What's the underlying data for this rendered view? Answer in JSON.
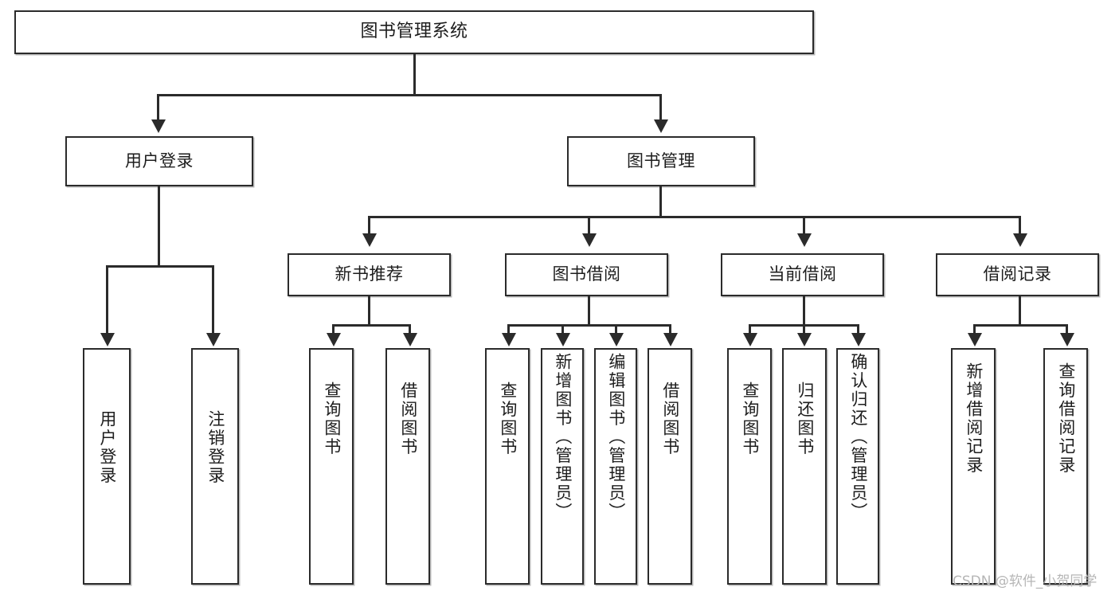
{
  "diagram": {
    "title": "图书管理系统",
    "type": "功能结构图",
    "root": {
      "label": "图书管理系统"
    },
    "level2": [
      {
        "id": "user-login",
        "label": "用户登录"
      },
      {
        "id": "book-management",
        "label": "图书管理"
      }
    ],
    "level3": [
      {
        "id": "new-book-recommend",
        "label": "新书推荐",
        "parent": "book-management"
      },
      {
        "id": "book-borrow",
        "label": "图书借阅",
        "parent": "book-management"
      },
      {
        "id": "current-borrow",
        "label": "当前借阅",
        "parent": "book-management"
      },
      {
        "id": "borrow-record",
        "label": "借阅记录",
        "parent": "book-management"
      }
    ],
    "leaves": {
      "user_login": [
        {
          "id": "leaf-user-login",
          "label": "用户登录"
        },
        {
          "id": "leaf-user-logout",
          "label": "注销登录"
        }
      ],
      "new_book_recommend": [
        {
          "id": "leaf-query-book-1",
          "label": "查询图书"
        },
        {
          "id": "leaf-borrow-book-1",
          "label": "借阅图书"
        }
      ],
      "book_borrow": [
        {
          "id": "leaf-query-book-2",
          "label": "查询图书"
        },
        {
          "id": "leaf-add-book",
          "label": "新增图书（管理员）"
        },
        {
          "id": "leaf-edit-book",
          "label": "编辑图书（管理员）"
        },
        {
          "id": "leaf-borrow-book-2",
          "label": "借阅图书"
        }
      ],
      "current_borrow": [
        {
          "id": "leaf-query-book-3",
          "label": "查询图书"
        },
        {
          "id": "leaf-return-book",
          "label": "归还图书"
        },
        {
          "id": "leaf-confirm-return",
          "label": "确认归还（管理员）"
        }
      ],
      "borrow_record": [
        {
          "id": "leaf-add-record",
          "label": "新增借阅记录"
        },
        {
          "id": "leaf-query-record",
          "label": "查询借阅记录"
        }
      ]
    }
  },
  "watermark": {
    "text": "CSDN @软件_小贺同学"
  },
  "colors": {
    "stroke": "#2b2b2b",
    "fill": "#ffffff",
    "text": "#1d1d1d",
    "watermark": "#b6b6b6",
    "shadow": "#b9b9b9"
  }
}
